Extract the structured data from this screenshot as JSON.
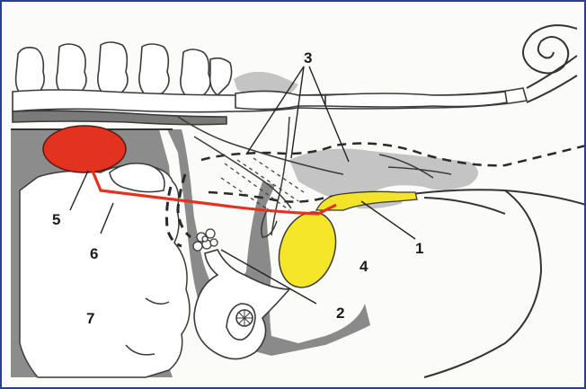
{
  "labels": {
    "l1": "1",
    "l2": "2",
    "l3": "3",
    "l4": "4",
    "l5": "5",
    "l6": "6",
    "l7": "7"
  },
  "colors": {
    "frame": "#2b3f8f",
    "shade": "#8e8e8e",
    "light_shade": "#c2c2c2",
    "outline": "#333333",
    "red_organ": "#e3321f",
    "yellow_organ": "#f6e62a"
  }
}
